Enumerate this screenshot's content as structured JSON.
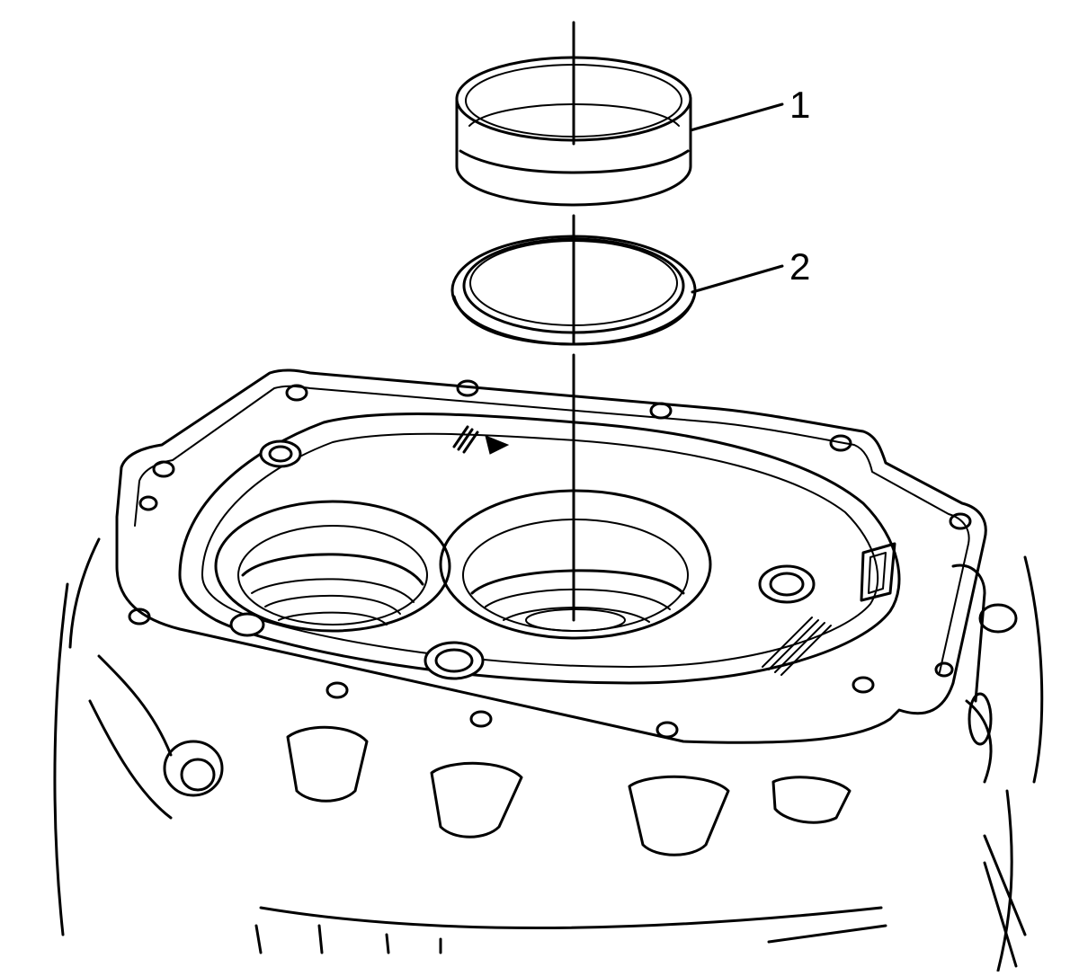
{
  "figure": {
    "callouts": [
      {
        "id": "1",
        "label": "1",
        "target": "bearing-cup"
      },
      {
        "id": "2",
        "label": "2",
        "target": "seal-ring"
      }
    ]
  }
}
